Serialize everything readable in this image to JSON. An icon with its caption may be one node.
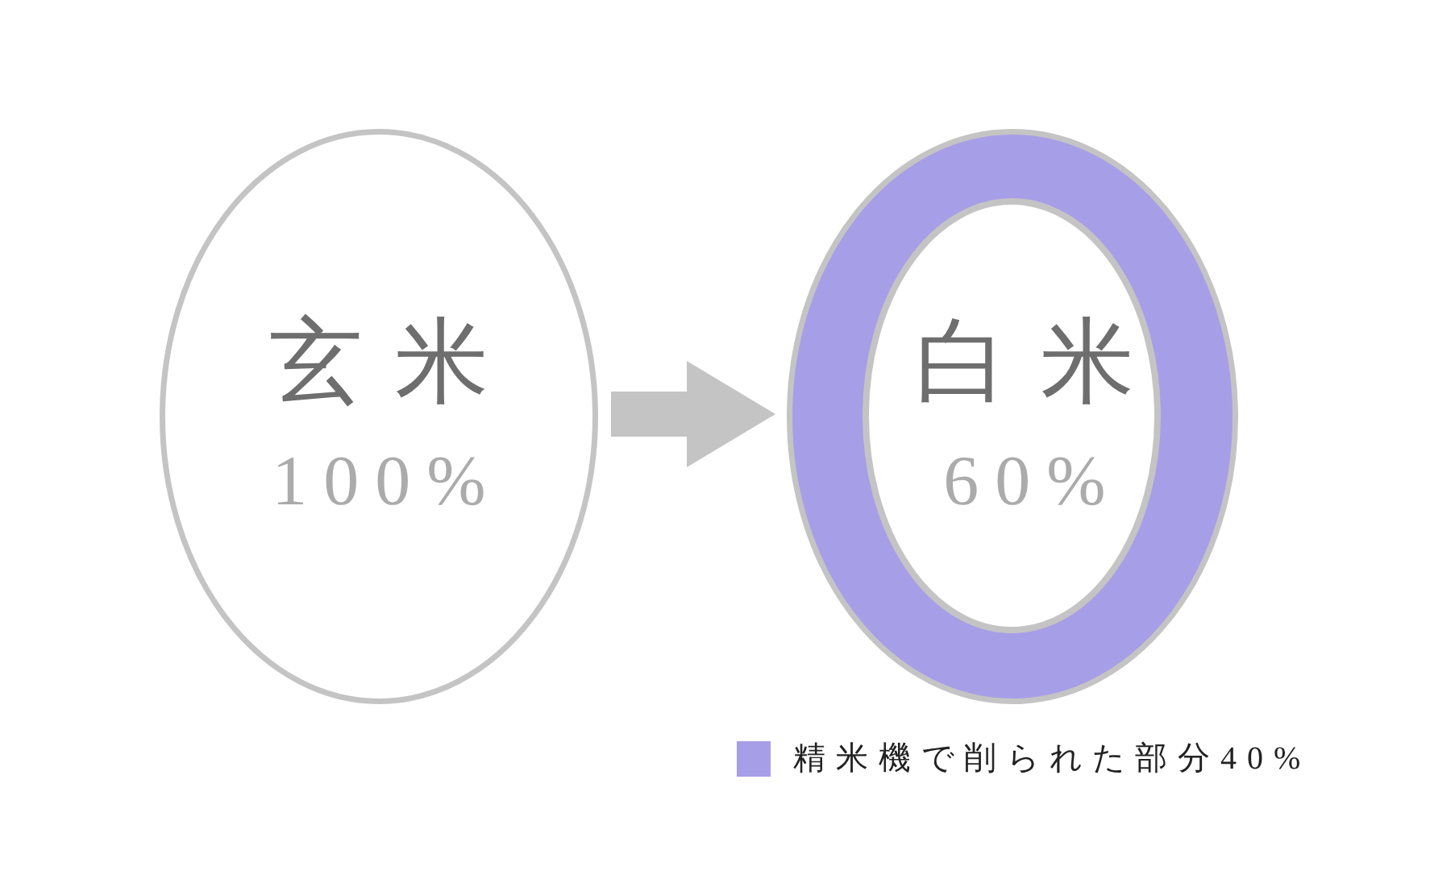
{
  "diagram": {
    "nodes": [
      {
        "text": [
          "玄米",
          "100%"
        ]
      },
      {
        "text": [],
        "shape": "ellipse"
      },
      {
        "text": [
          "白米",
          "60%"
        ],
        "in": 1
      }
    ],
    "edges": [
      {
        "from": 0,
        "to": 1,
        "arrow": "to"
      }
    ],
    "legend": [
      {
        "text": "精米機で削られた部分40%",
        "color": "#a79ee8"
      }
    ]
  }
}
